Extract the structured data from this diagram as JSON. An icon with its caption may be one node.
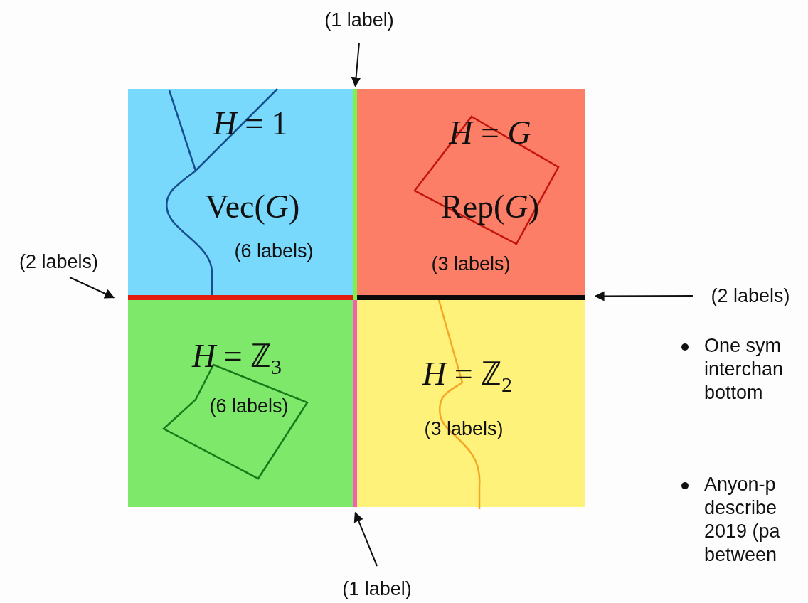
{
  "diagram": {
    "nodes": [
      {
        "text": [
          "(1 label)"
        ]
      },
      {
        "text": [
          "*H* = 1",
          "Vec(*G*)",
          "(6 labels)"
        ]
      },
      {
        "text": [
          "*H* = *G*",
          "Rep(*G*)",
          "(3 labels)"
        ]
      },
      {
        "text": [
          "(2 labels)"
        ]
      },
      {
        "text": [
          "(2 labels)"
        ]
      },
      {
        "text": [
          "*H* = ℤ$_{3}$",
          "(6 labels)"
        ]
      },
      {
        "text": [
          "*H* = ℤ$_{2}$",
          "(3 labels)"
        ]
      },
      {
        "text": [
          "(1 label)"
        ]
      },
      {
        "text": [],
        "shape": "bar"
      },
      {
        "text": [],
        "shape": "bar"
      },
      {
        "text": [],
        "shape": "bar"
      },
      {
        "text": [],
        "shape": "bar"
      }
    ],
    "edges": [
      {
        "from": 0,
        "to": 8,
        "arrow": "to"
      },
      {
        "from": 3,
        "to": 9,
        "arrow": "to"
      },
      {
        "from": 4,
        "to": 10,
        "arrow": "to"
      },
      {
        "from": 7,
        "to": 11,
        "arrow": "to"
      }
    ],
    "labels": [
      "One sym interchan bottom",
      "Anyon-p describe 2019 (pa between"
    ]
  }
}
